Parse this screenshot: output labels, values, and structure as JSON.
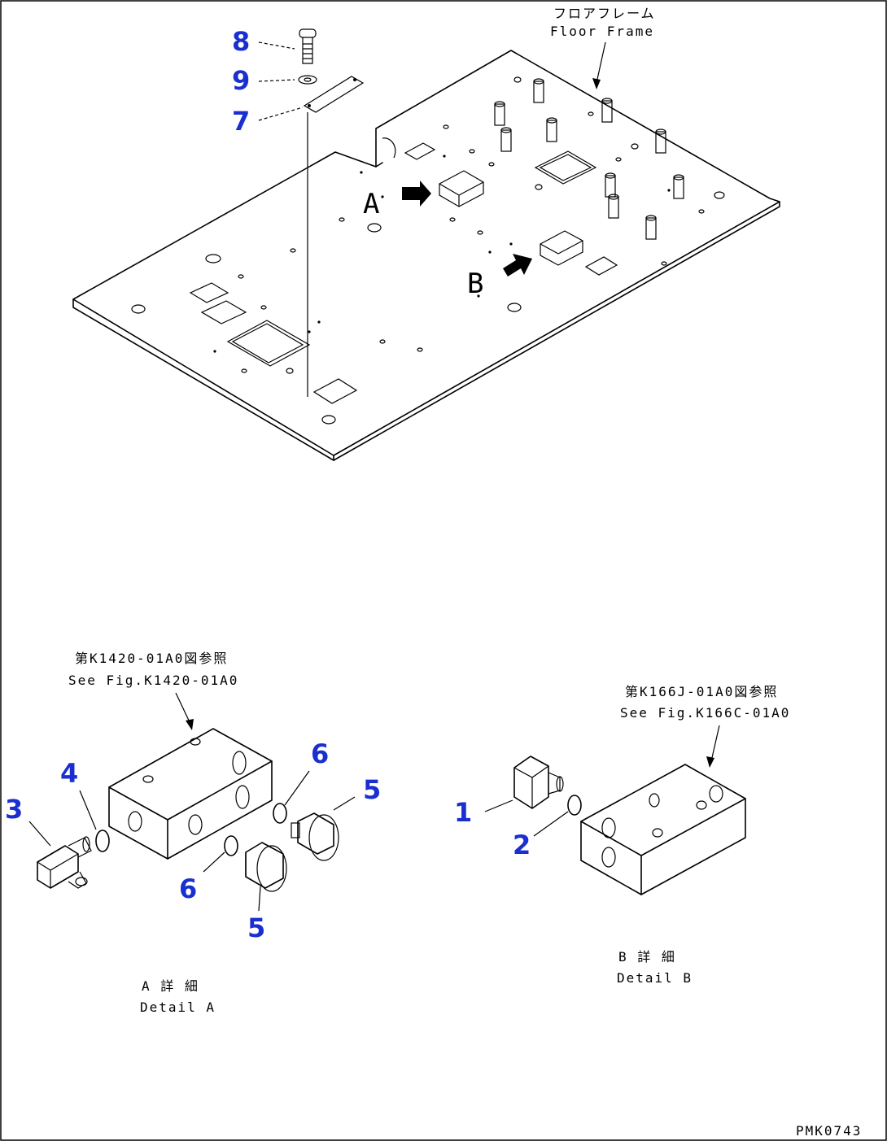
{
  "title_jp": "フロアフレーム",
  "title_en": "Floor Frame",
  "view_labels": {
    "a": "A",
    "b": "B"
  },
  "callouts": {
    "c8": "8",
    "c9": "9",
    "c7": "7",
    "c4": "4",
    "c3": "3",
    "c6a": "6",
    "c6b": "6",
    "c5a": "5",
    "c5b": "5",
    "c1": "1",
    "c2": "2"
  },
  "detail_a": {
    "ref_jp": "第K1420-01A0図参照",
    "ref_en": "See Fig.K1420-01A0",
    "title_jp": "A 詳 細",
    "title_en": "Detail A"
  },
  "detail_b": {
    "ref_jp": "第K166J-01A0図参照",
    "ref_en": "See Fig.K166C-01A0",
    "title_jp": "B 詳 細",
    "title_en": "Detail B"
  },
  "drawing_number": "PMK0743",
  "colors": {
    "callout": "#1a2fd0",
    "line": "#000000",
    "background": "#ffffff"
  }
}
